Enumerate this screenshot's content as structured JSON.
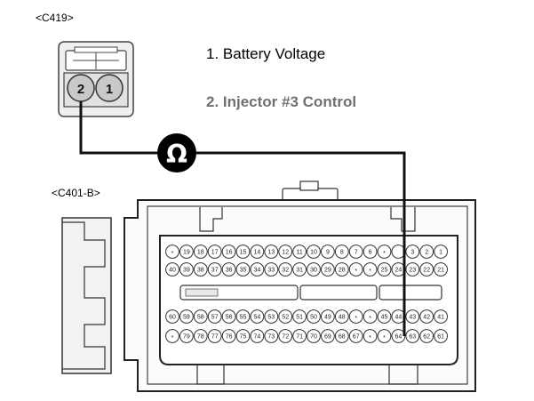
{
  "connectors": {
    "top": {
      "label": "<C419>",
      "pins": [
        "2",
        "1"
      ]
    },
    "bottom": {
      "label": "<C401-B>",
      "rows": [
        [
          "*",
          "19",
          "18",
          "17",
          "16",
          "15",
          "14",
          "13",
          "12",
          "11",
          "10",
          "9",
          "8",
          "7",
          "6",
          "*",
          "",
          "3",
          "2",
          "1"
        ],
        [
          "40",
          "39",
          "38",
          "37",
          "36",
          "35",
          "34",
          "33",
          "32",
          "31",
          "30",
          "29",
          "28",
          "*",
          "*",
          "25",
          "24",
          "23",
          "22",
          "21"
        ],
        [
          "60",
          "59",
          "58",
          "57",
          "56",
          "55",
          "54",
          "53",
          "52",
          "51",
          "50",
          "49",
          "48",
          "*",
          "*",
          "45",
          "44",
          "43",
          "42",
          "41"
        ],
        [
          "*",
          "79",
          "78",
          "77",
          "76",
          "75",
          "74",
          "73",
          "72",
          "71",
          "70",
          "69",
          "68",
          "67",
          "*",
          "*",
          "64",
          "63",
          "62",
          "61"
        ]
      ]
    }
  },
  "legend": [
    {
      "text": "1. Battery Voltage"
    },
    {
      "text": "2. Injector #3 Control"
    }
  ],
  "meter": {
    "symbol": "Ω",
    "name": "ohmmeter"
  }
}
